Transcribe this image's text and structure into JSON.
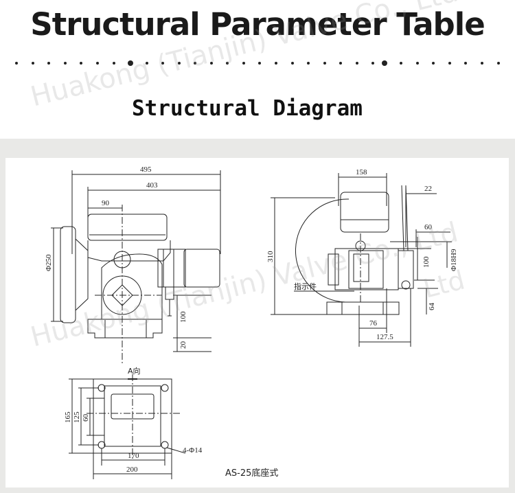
{
  "page": {
    "title": "Structural Parameter Table",
    "section_title": "Structural Diagram",
    "watermark": "Huakong (Tianjin) Valve Co., Ltd"
  },
  "front_view": {
    "dim_495": "495",
    "dim_403": "403",
    "dim_90": "90",
    "dim_phi250": "Φ250",
    "dim_100": "100",
    "dim_20": "20"
  },
  "side_view": {
    "dim_158": "158",
    "dim_22": "22",
    "dim_60": "60",
    "dim_310": "310",
    "dim_100": "100",
    "dim_phi18h9": "Φ18H9",
    "dim_64": "64",
    "dim_76": "76",
    "dim_127_5": "127.5",
    "indicator_label": "指示件"
  },
  "base_view": {
    "view_label": "A向",
    "dim_165": "165",
    "dim_125": "125",
    "dim_60": "60",
    "dim_170": "170",
    "dim_200": "200",
    "hole_label": "4-Φ14",
    "caption": "AS-25底座式"
  }
}
